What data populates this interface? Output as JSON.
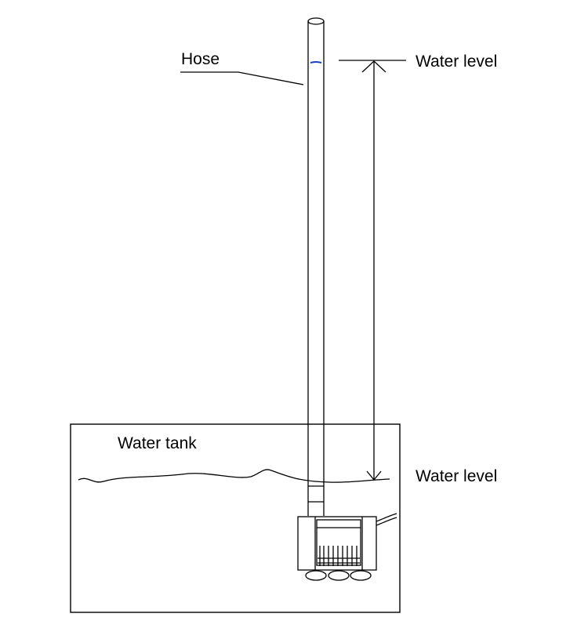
{
  "labels": {
    "hose": "Hose",
    "water_level_top": "Water level",
    "water_level_bottom": "Water level",
    "water_tank": "Water tank"
  },
  "colors": {
    "stroke": "#000000",
    "water_mark": "#1a3fbf",
    "background": "#ffffff"
  }
}
